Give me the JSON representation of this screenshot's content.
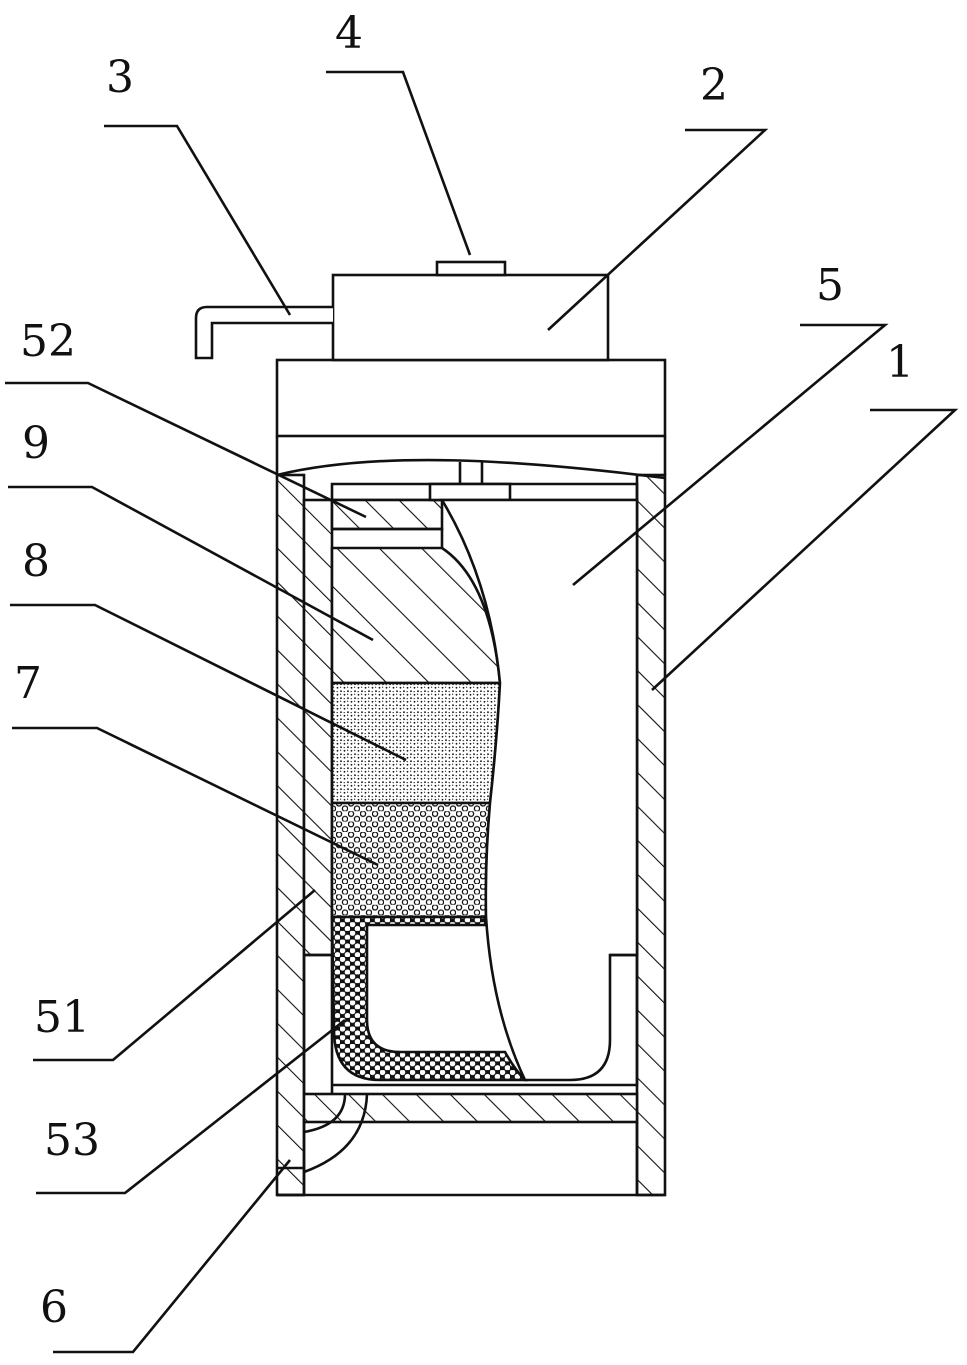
{
  "figure": {
    "labels": [
      {
        "id": "1",
        "text": "1"
      },
      {
        "id": "2",
        "text": "2"
      },
      {
        "id": "3",
        "text": "3"
      },
      {
        "id": "4",
        "text": "4"
      },
      {
        "id": "5",
        "text": "5"
      },
      {
        "id": "6",
        "text": "6"
      },
      {
        "id": "7",
        "text": "7"
      },
      {
        "id": "8",
        "text": "8"
      },
      {
        "id": "9",
        "text": "9"
      },
      {
        "id": "51",
        "text": "51"
      },
      {
        "id": "52",
        "text": "52"
      },
      {
        "id": "53",
        "text": "53"
      }
    ],
    "colors": {
      "ink": "#111111",
      "background": "#ffffff"
    }
  }
}
